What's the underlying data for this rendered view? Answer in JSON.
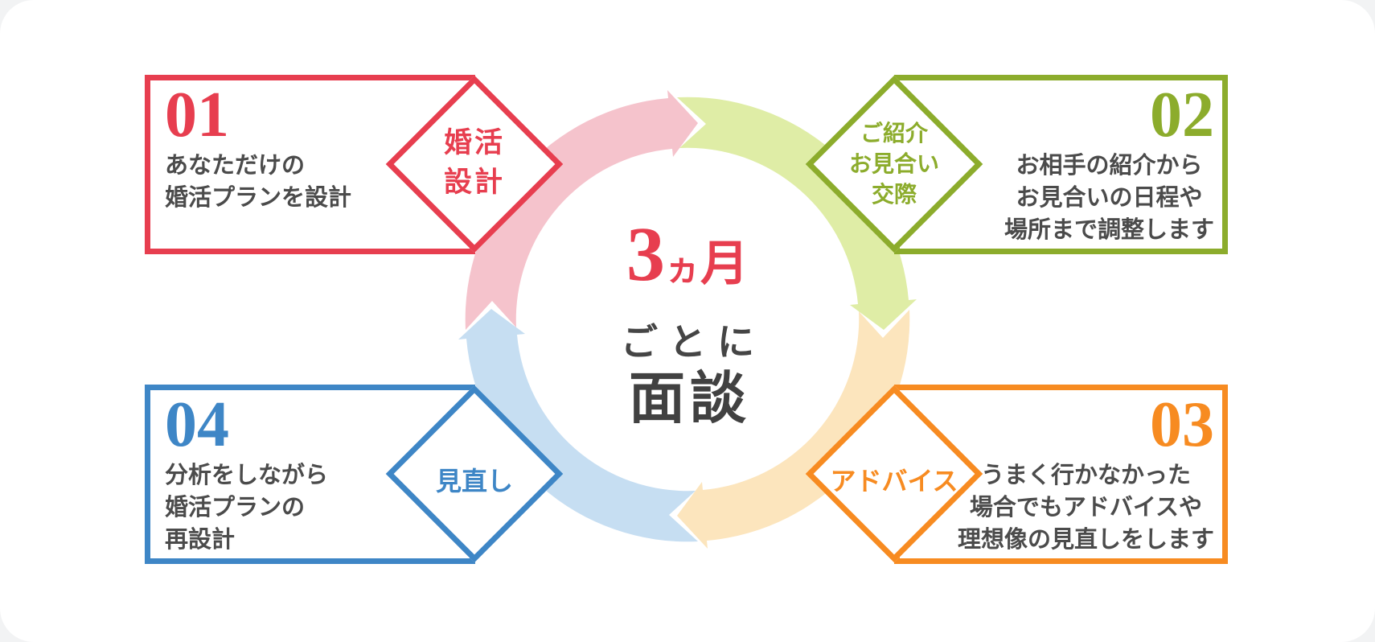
{
  "center": {
    "month_number": "3",
    "month_unit_small": "ヵ",
    "month_unit": "月",
    "line2": "ごとに",
    "line3": "面談"
  },
  "cards": [
    {
      "number": "01",
      "accent_color": "#e73e4f",
      "diamond_lines": [
        "婚活",
        "設計"
      ],
      "lines": [
        "あなただけの",
        "婚活プランを設計"
      ]
    },
    {
      "number": "02",
      "accent_color": "#8cac2c",
      "diamond_lines": [
        "ご紹介",
        "お見合い",
        "交際"
      ],
      "lines": [
        "お相手の紹介から",
        "お見合いの日程や",
        "場所まで調整します"
      ]
    },
    {
      "number": "03",
      "accent_color": "#f78b21",
      "diamond_lines": [
        "アドバイス"
      ],
      "lines": [
        "うまく行かなかった",
        "場合でもアドバイスや",
        "理想像の見直しをします"
      ]
    },
    {
      "number": "04",
      "accent_color": "#3e86c6",
      "diamond_lines": [
        "見直し"
      ],
      "lines": [
        "分析をしながら",
        "婚活プランの",
        "再設計"
      ]
    }
  ],
  "ring": {
    "colors": {
      "pink": "#f5c3cc",
      "green": "#dfeda6",
      "orange": "#fce5bd",
      "blue": "#c6def2"
    }
  },
  "colors": {
    "body_text": "#4b4b4b",
    "center_text": "#424242",
    "center_accent": "#e73e4f"
  }
}
